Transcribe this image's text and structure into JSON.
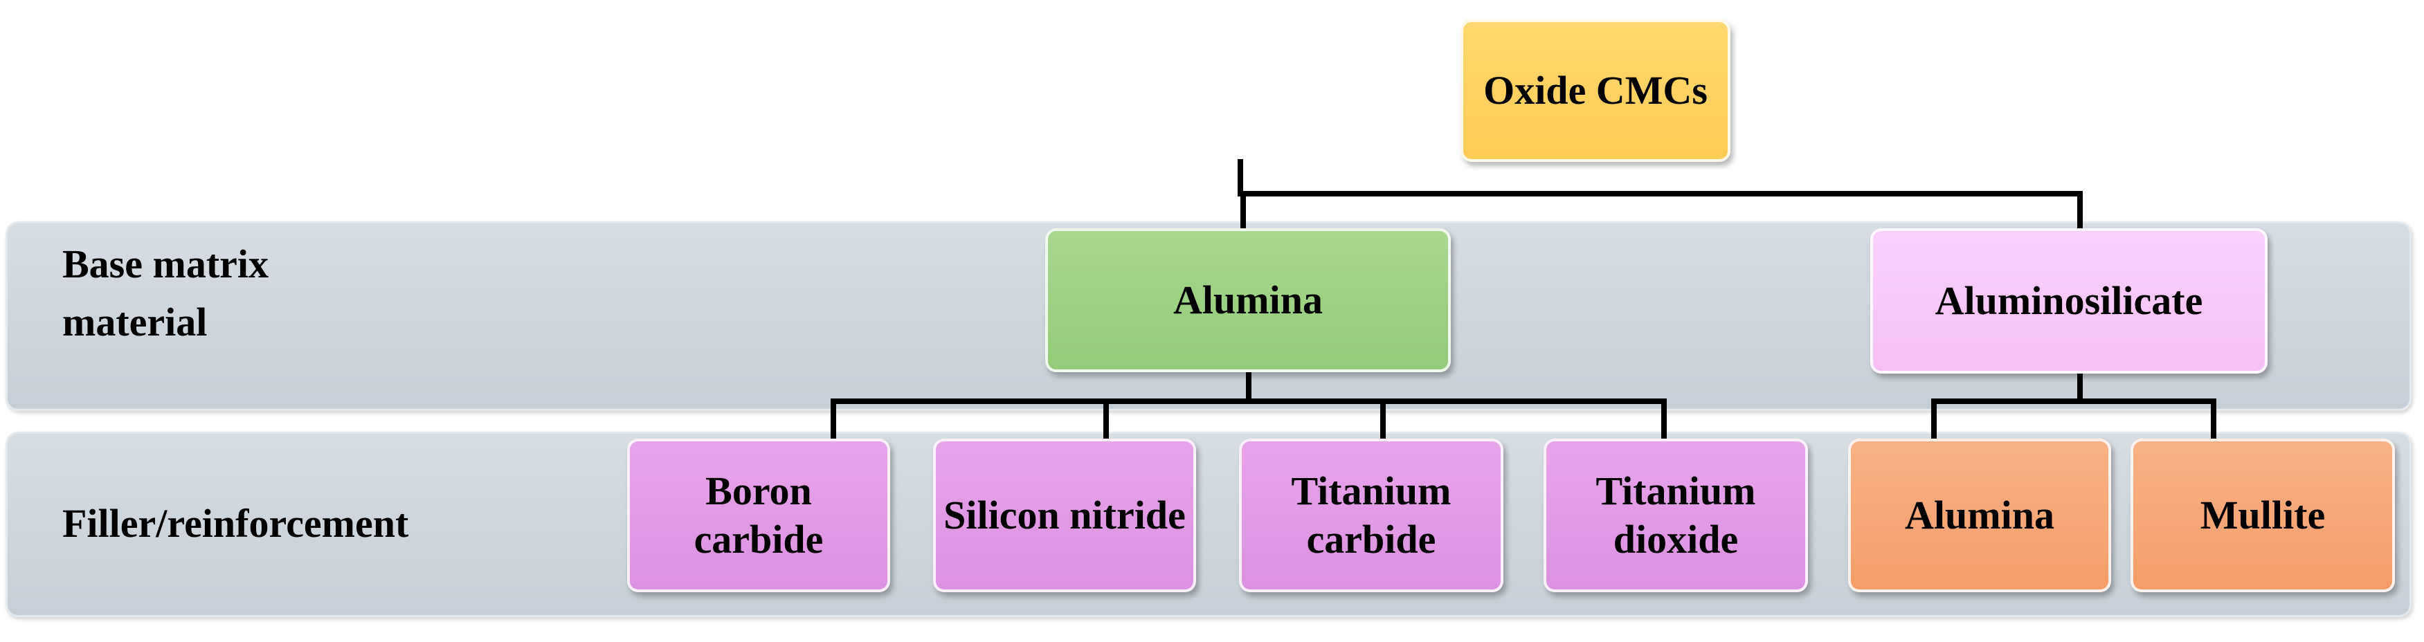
{
  "rows": {
    "base_label": "Base matrix material",
    "filler_label": "Filler/reinforcement"
  },
  "root": {
    "label": "Oxide CMCs",
    "color": "#fecb55"
  },
  "matrix": [
    {
      "label": "Alumina",
      "color": "#92cb7b"
    },
    {
      "label": "Aluminosilicate",
      "color": "#f6c0f6"
    }
  ],
  "fillers": [
    {
      "label": "Boron carbide",
      "parent": "Alumina",
      "color": "#dc92e0"
    },
    {
      "label": "Silicon nitride",
      "parent": "Alumina",
      "color": "#dc92e0"
    },
    {
      "label": "Titanium carbide",
      "parent": "Alumina",
      "color": "#dc92e0"
    },
    {
      "label": "Titanium dioxide",
      "parent": "Alumina",
      "color": "#dc92e0"
    },
    {
      "label": "Alumina",
      "parent": "Aluminosilicate",
      "color": "#f59d6a"
    },
    {
      "label": "Mullite",
      "parent": "Aluminosilicate",
      "color": "#f59d6a"
    }
  ]
}
